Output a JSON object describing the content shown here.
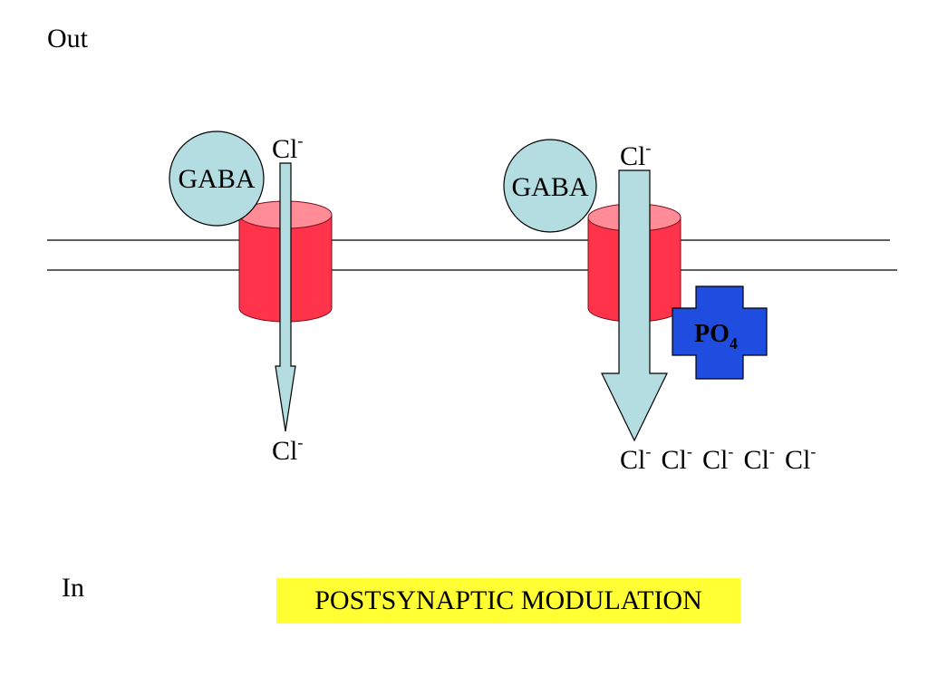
{
  "labels": {
    "out": "Out",
    "in": "In"
  },
  "left_receptor": {
    "ligand": "GABA",
    "ion_top": "Cl",
    "ion_bottom": "Cl",
    "charge": "-"
  },
  "right_receptor": {
    "ligand": "GABA",
    "ion_top": "Cl",
    "charge": "-",
    "ions_bottom": [
      "Cl",
      "Cl",
      "Cl",
      "Cl",
      "Cl"
    ],
    "phosphate": "PO",
    "phosphate_subscript": "4"
  },
  "banner": "POSTSYNAPTIC MODULATION",
  "colors": {
    "channel_body": "#ff334a",
    "channel_top": "#ff8c96",
    "ligand_fill": "#b3dde0",
    "arrow_fill": "#b3dde0",
    "phosphate_fill": "#1f4de0",
    "banner_fill": "#ffff33"
  }
}
